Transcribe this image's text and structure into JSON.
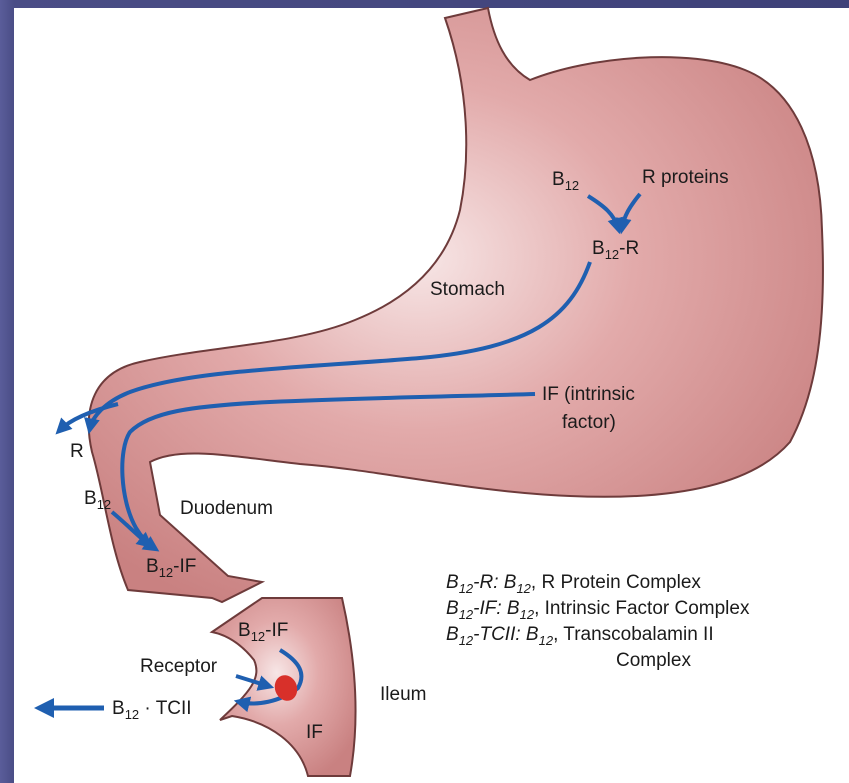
{
  "labels": {
    "b12": "B",
    "b12_sub": "12",
    "r_proteins": "R proteins",
    "b12r_base": "B",
    "b12r_sub": "12",
    "b12r_tail": "-R",
    "stomach": "Stomach",
    "if_line1": "IF (intrinsic",
    "if_line2": "factor)",
    "r": "R",
    "b12_duo_base": "B",
    "b12_duo_sub": "12",
    "duodenum": "Duodenum",
    "b12if_upper_base": "B",
    "b12if_upper_sub": "12",
    "b12if_upper_tail": "-IF",
    "b12if_lower_base": "B",
    "b12if_lower_sub": "12",
    "b12if_lower_tail": "-IF",
    "receptor": "Receptor",
    "tcii_base": "B",
    "tcii_sub": "12",
    "tcii_tail": " · TCII",
    "ileum": "Ileum",
    "if_ileum": "IF"
  },
  "legend": [
    {
      "term_base": "B",
      "term_sub": "12",
      "term_tail": "-R:",
      "def_base": " B",
      "def_sub": "12",
      "def_tail": ", R Protein Complex"
    },
    {
      "term_base": "B",
      "term_sub": "12",
      "term_tail": "-IF:",
      "def_base": " B",
      "def_sub": "12",
      "def_tail": ", Intrinsic Factor Complex"
    },
    {
      "term_base": "B",
      "term_sub": "12",
      "term_tail": "-TCII:",
      "def_base": " B",
      "def_sub": "12",
      "def_tail": ", Transcobalamin II"
    }
  ],
  "legend_line4": "Complex",
  "colors": {
    "background": "#4c4f88",
    "organ": "#d99b9b",
    "organ_edge": "#6e3b3b",
    "arrow": "#1f5fb0",
    "receptor": "#d8302a"
  }
}
